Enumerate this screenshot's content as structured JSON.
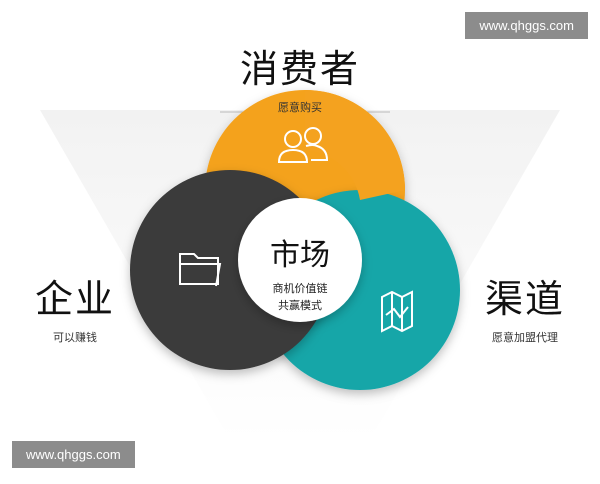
{
  "watermark": {
    "text": "www.qhggs.com"
  },
  "top": {
    "title": "消费者",
    "subtitle": "愿意购买"
  },
  "left": {
    "title": "企业",
    "subtitle": "可以赚钱"
  },
  "right": {
    "title": "渠道",
    "subtitle": "愿意加盟代理"
  },
  "center": {
    "title": "市场",
    "line1": "商机价值链",
    "line2": "共赢模式"
  },
  "colors": {
    "orange": "#f4a21f",
    "teal": "#19a6a8",
    "dark": "#3a3a3a",
    "background": "#ffffff"
  },
  "icons": {
    "top": "users-icon",
    "left": "folder-icon",
    "right": "map-icon"
  }
}
